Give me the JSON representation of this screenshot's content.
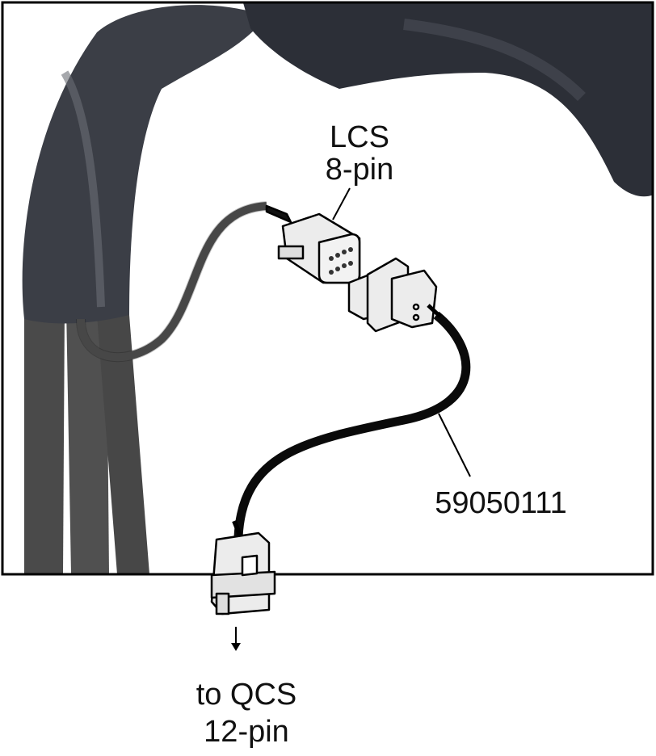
{
  "labels": {
    "lcs_line1": "LCS",
    "lcs_line2": "8-pin",
    "part_number": "59050111",
    "qcs_line1": "to QCS",
    "qcs_line2": "12-pin"
  },
  "colors": {
    "fabric": "#3b3e46",
    "harness": "#4a4a4a",
    "grey_cable": "#5a5a5a",
    "black_cable": "#0a0a0a",
    "connector": "#e8e8e8"
  }
}
